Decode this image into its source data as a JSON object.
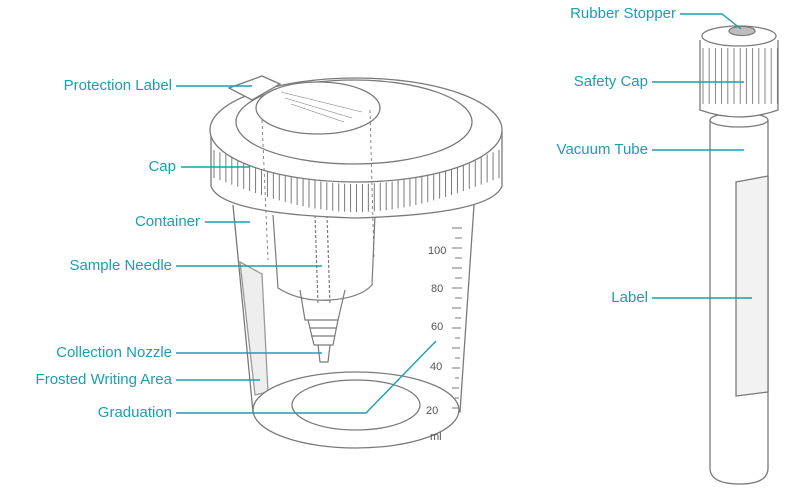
{
  "colors": {
    "accent": "#1a9fb0",
    "outline": "#7a7a7a",
    "text": "#555555"
  },
  "callouts": {
    "protection_label": "Protection Label",
    "cap": "Cap",
    "container": "Container",
    "sample_needle": "Sample Needle",
    "collection_nozzle": "Collection Nozzle",
    "frosted_writing_area": "Frosted Writing Area",
    "graduation": "Graduation",
    "rubber_stopper": "Rubber Stopper",
    "safety_cap": "Safety Cap",
    "vacuum_tube": "Vacuum Tube",
    "label": "Label"
  },
  "graduation_scale": {
    "marks": [
      "100",
      "80",
      "60",
      "40",
      "20"
    ],
    "unit": "ml"
  }
}
